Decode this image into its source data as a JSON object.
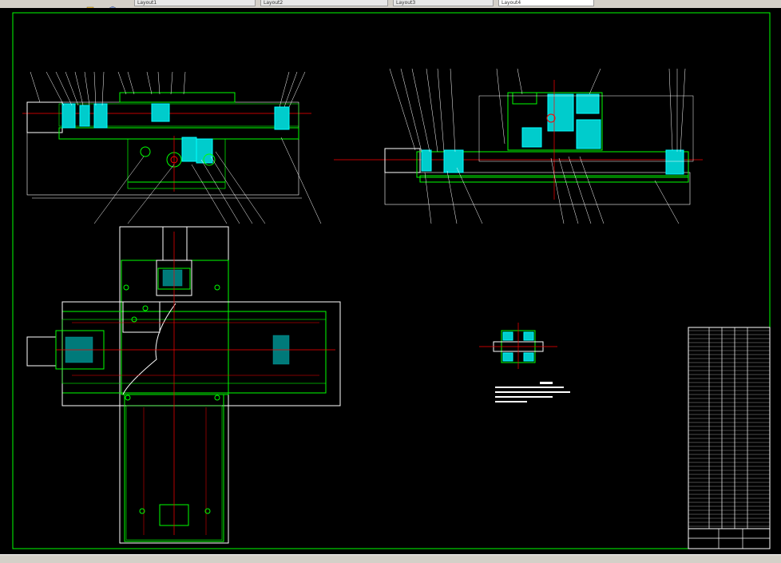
{
  "toolbar": {
    "tabs": [
      {
        "label": "Layout1"
      },
      {
        "label": "Layout2"
      },
      {
        "label": "Layout3"
      },
      {
        "label": "Layout4"
      }
    ],
    "search_placeholder": ""
  },
  "colors": {
    "background": "#000000",
    "outline": "#00ff00",
    "section": "#00ffff",
    "centerline": "#ff0000",
    "dimension": "#ffffff",
    "hidden": "#ffff00"
  }
}
